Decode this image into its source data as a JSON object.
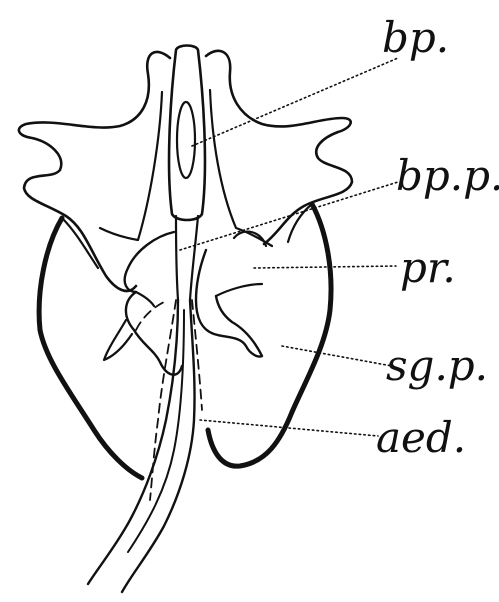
{
  "labels": {
    "bp": "bp.",
    "bpp": "bp.p.",
    "pr": "pr.",
    "sgp": "sg.p.",
    "aed": "aed."
  }
}
